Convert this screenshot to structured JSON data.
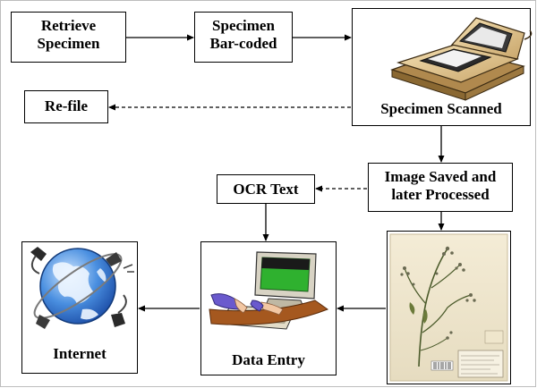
{
  "steps": {
    "retrieve": "Retrieve\nSpecimen",
    "barcode": "Specimen\nBar-coded",
    "scanned": "Specimen Scanned",
    "refile": "Re-file",
    "image_saved": "Image Saved and\nlater Processed",
    "ocr": "OCR Text",
    "data_entry": "Data Entry",
    "internet": "Internet"
  },
  "icons": {
    "scanner": "flatbed-scanner-illustration",
    "herbarium": "herbarium-sheet-plant-image",
    "computer": "computer-data-entry-illustration",
    "globe": "globe-internet-illustration"
  }
}
